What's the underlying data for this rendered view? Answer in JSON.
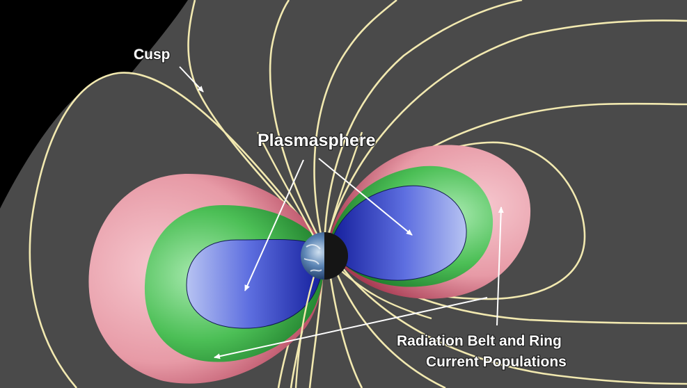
{
  "labels": {
    "cusp": "Cusp",
    "plasmasphere": "Plasmasphere",
    "radiation_line1": "Radiation Belt and Ring",
    "radiation_line2": "Current Populations"
  },
  "colors": {
    "space": "#000000",
    "magnetosphere": "#4a4a4a",
    "field_line": "#f2e9b0",
    "outer_region": "#e9a0aa",
    "middle_region": "#3fa64a",
    "inner_region": "#2a34b8",
    "arrow": "#ffffff"
  }
}
